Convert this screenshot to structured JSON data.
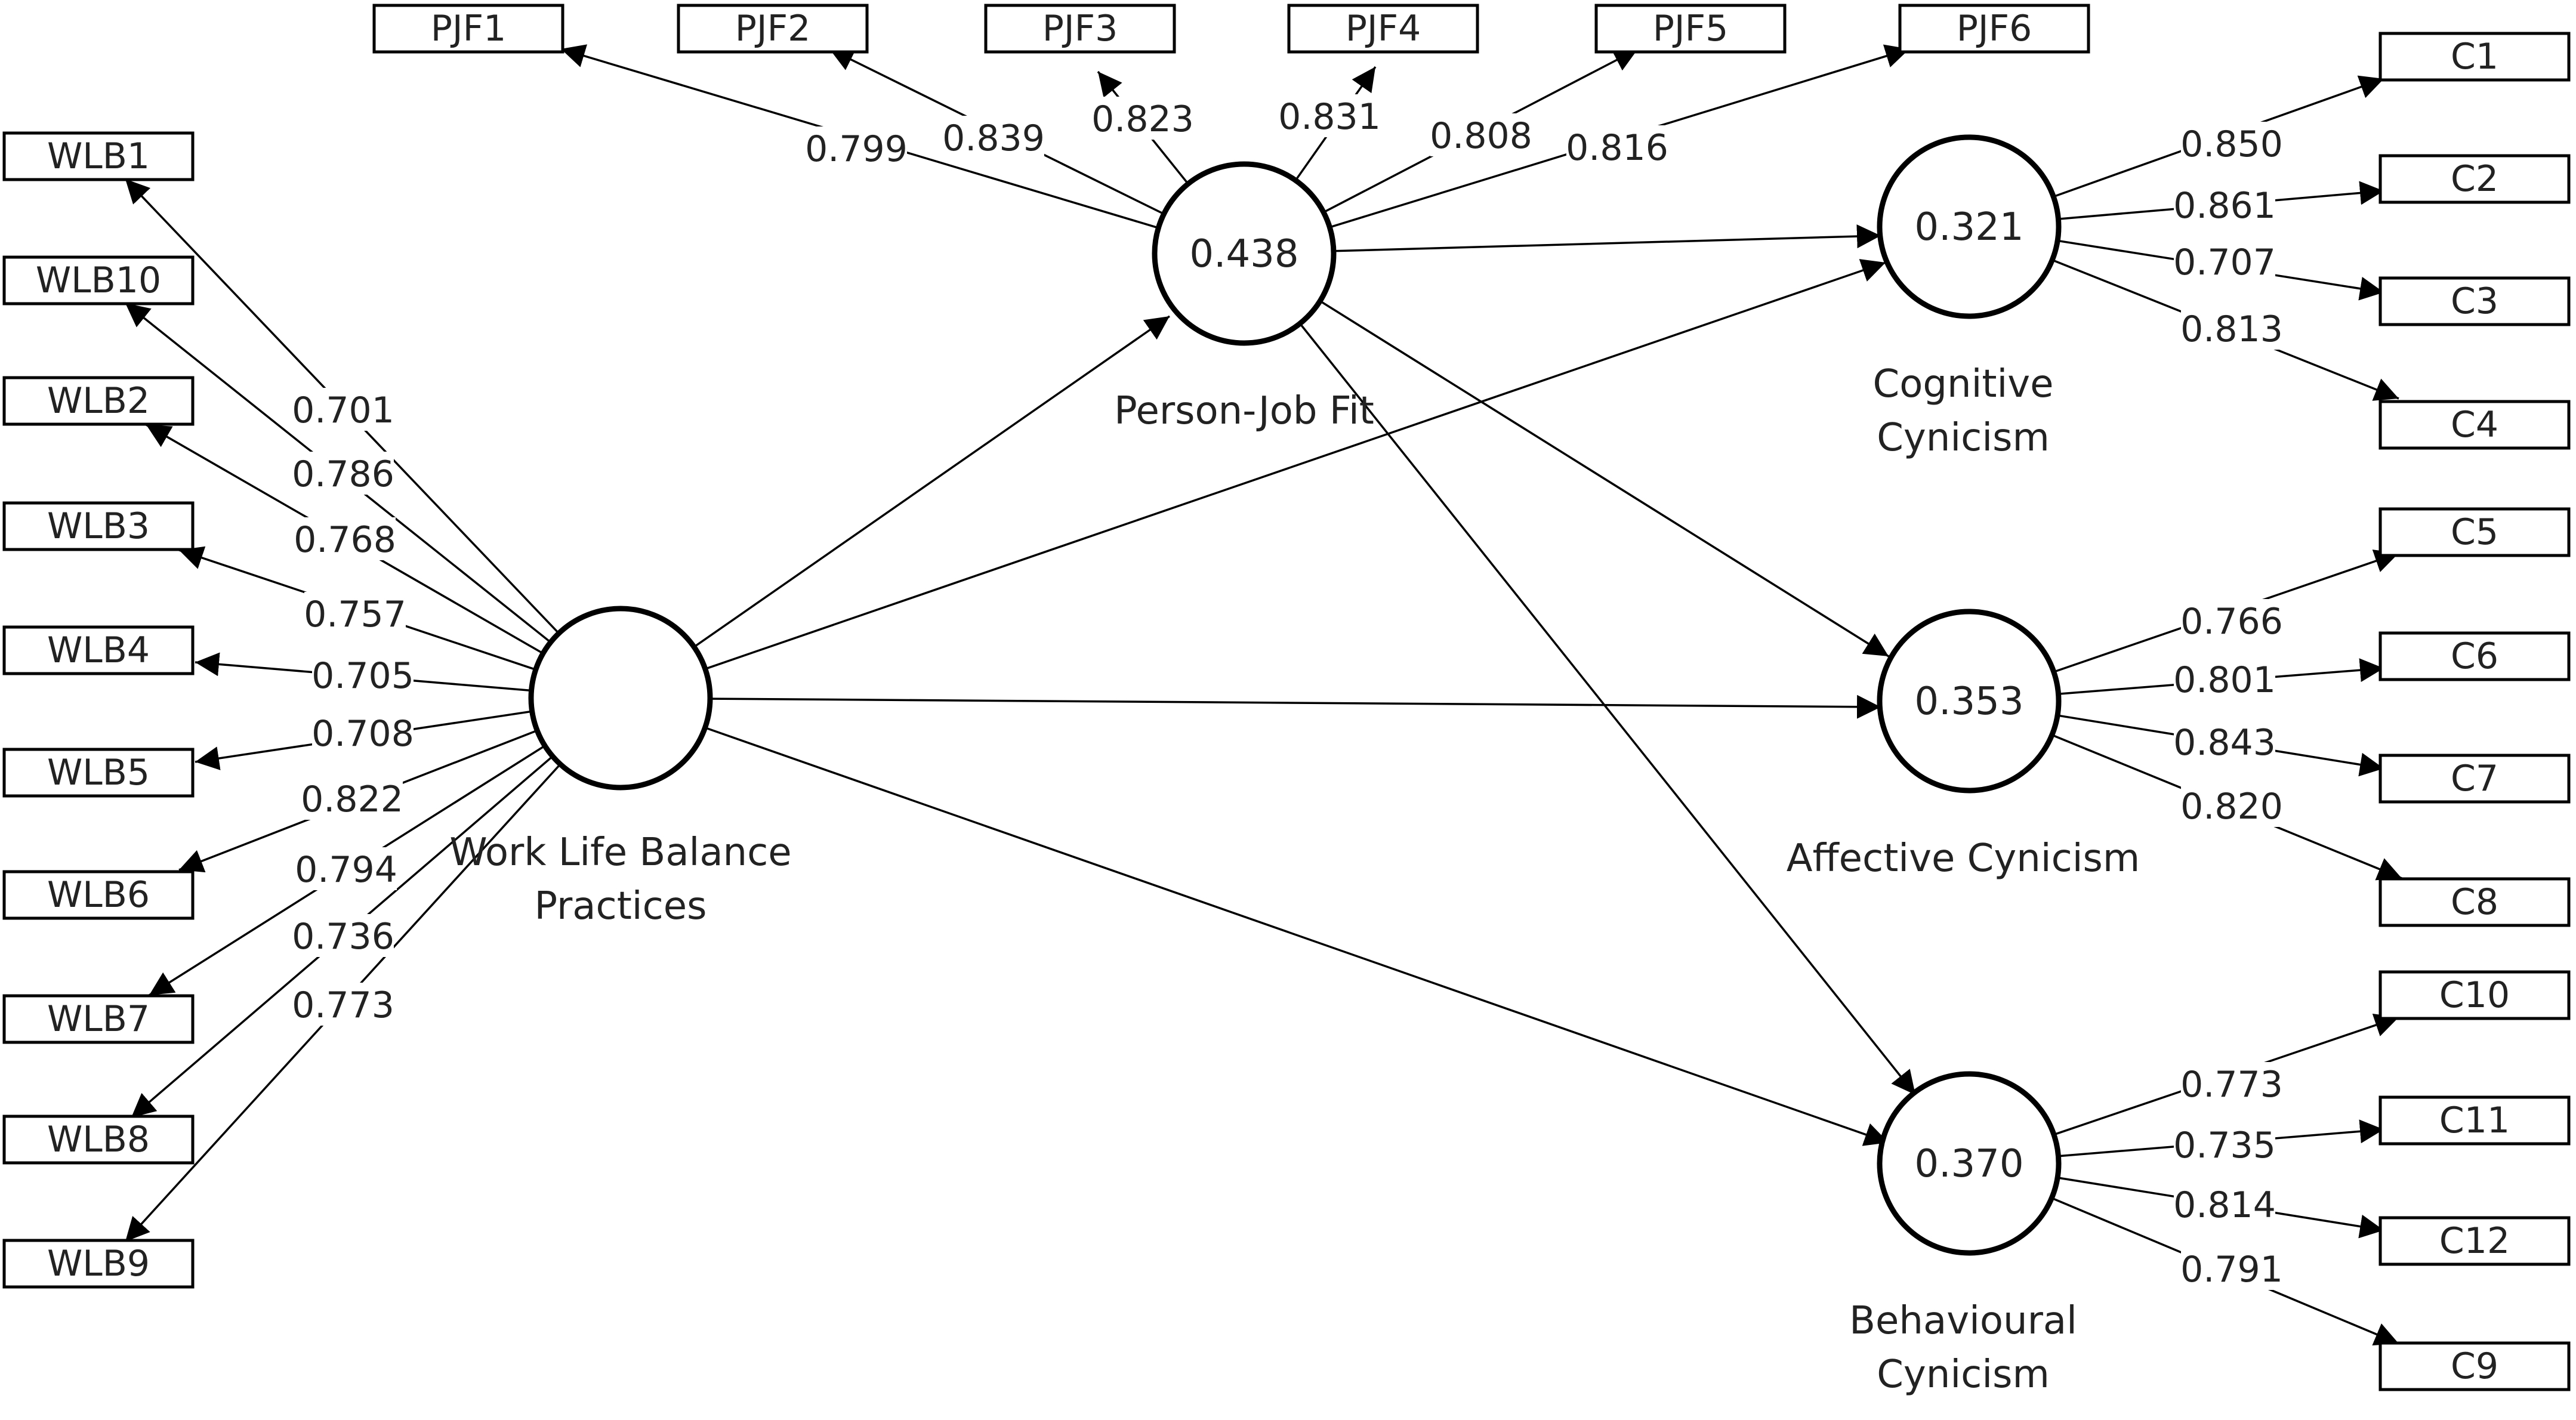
{
  "constructs": [
    {
      "id": "wlb",
      "name_lines": [
        "Work Life Balance",
        "Practices"
      ],
      "r2": ""
    },
    {
      "id": "pjf",
      "name_lines": [
        "Person-Job Fit"
      ],
      "r2": "0.438"
    },
    {
      "id": "cog",
      "name_lines": [
        "Cognitive",
        "Cynicism"
      ],
      "r2": "0.321"
    },
    {
      "id": "aff",
      "name_lines": [
        "Affective Cynicism"
      ],
      "r2": "0.353"
    },
    {
      "id": "beh",
      "name_lines": [
        "Behavioural",
        "Cynicism"
      ],
      "r2": "0.370"
    }
  ],
  "indicators": [
    {
      "label": "WLB1",
      "construct": "wlb",
      "loading": "0.701"
    },
    {
      "label": "WLB10",
      "construct": "wlb",
      "loading": "0.786"
    },
    {
      "label": "WLB2",
      "construct": "wlb",
      "loading": "0.768"
    },
    {
      "label": "WLB3",
      "construct": "wlb",
      "loading": "0.757"
    },
    {
      "label": "WLB4",
      "construct": "wlb",
      "loading": "0.705"
    },
    {
      "label": "WLB5",
      "construct": "wlb",
      "loading": "0.708"
    },
    {
      "label": "WLB6",
      "construct": "wlb",
      "loading": "0.822"
    },
    {
      "label": "WLB7",
      "construct": "wlb",
      "loading": "0.794"
    },
    {
      "label": "WLB8",
      "construct": "wlb",
      "loading": "0.736"
    },
    {
      "label": "WLB9",
      "construct": "wlb",
      "loading": "0.773"
    },
    {
      "label": "PJF1",
      "construct": "pjf",
      "loading": "0.799"
    },
    {
      "label": "PJF2",
      "construct": "pjf",
      "loading": "0.839"
    },
    {
      "label": "PJF3",
      "construct": "pjf",
      "loading": "0.823"
    },
    {
      "label": "PJF4",
      "construct": "pjf",
      "loading": "0.831"
    },
    {
      "label": "PJF5",
      "construct": "pjf",
      "loading": "0.808"
    },
    {
      "label": "PJF6",
      "construct": "pjf",
      "loading": "0.816"
    },
    {
      "label": "C1",
      "construct": "cog",
      "loading": "0.850"
    },
    {
      "label": "C2",
      "construct": "cog",
      "loading": "0.861"
    },
    {
      "label": "C3",
      "construct": "cog",
      "loading": "0.707"
    },
    {
      "label": "C4",
      "construct": "cog",
      "loading": "0.813"
    },
    {
      "label": "C5",
      "construct": "aff",
      "loading": "0.766"
    },
    {
      "label": "C6",
      "construct": "aff",
      "loading": "0.801"
    },
    {
      "label": "C7",
      "construct": "aff",
      "loading": "0.843"
    },
    {
      "label": "C8",
      "construct": "aff",
      "loading": "0.820"
    },
    {
      "label": "C10",
      "construct": "beh",
      "loading": "0.773"
    },
    {
      "label": "C11",
      "construct": "beh",
      "loading": "0.735"
    },
    {
      "label": "C12",
      "construct": "beh",
      "loading": "0.814"
    },
    {
      "label": "C9",
      "construct": "beh",
      "loading": "0.791"
    }
  ],
  "paths": [
    {
      "from": "wlb",
      "to": "pjf"
    },
    {
      "from": "wlb",
      "to": "cog"
    },
    {
      "from": "wlb",
      "to": "aff"
    },
    {
      "from": "wlb",
      "to": "beh"
    },
    {
      "from": "pjf",
      "to": "cog"
    },
    {
      "from": "pjf",
      "to": "aff"
    },
    {
      "from": "pjf",
      "to": "beh"
    }
  ]
}
